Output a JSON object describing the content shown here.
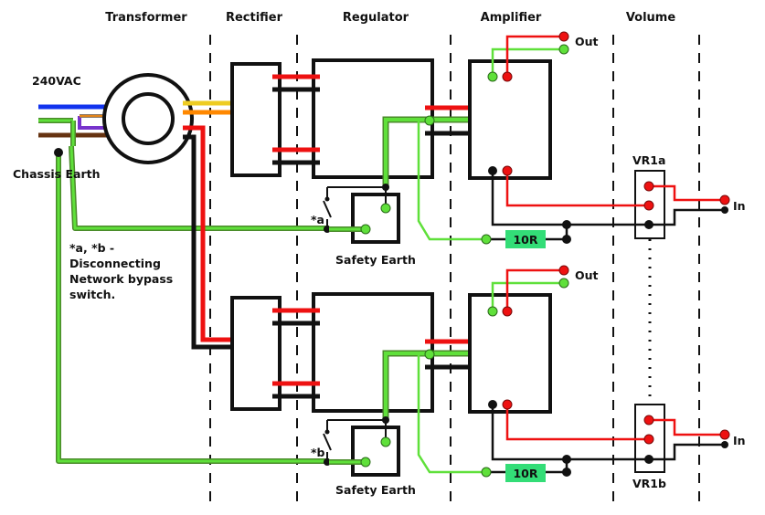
{
  "headers": {
    "transformer": "Transformer",
    "rectifier": "Rectifier",
    "regulator": "Regulator",
    "amplifier": "Amplifier",
    "volume": "Volume"
  },
  "labels": {
    "mains": "240VAC",
    "chassis_earth": "Chassis Earth",
    "note_line1": "*a, *b -",
    "note_line2": "Disconnecting",
    "note_line3": "Network bypass",
    "note_line4": "switch.",
    "switch_a": "*a",
    "switch_b": "*b",
    "safety_earth_top": "Safety Earth",
    "safety_earth_bottom": "Safety Earth",
    "out_top": "Out",
    "out_bottom": "Out",
    "in_top": "In",
    "in_bottom": "In",
    "resistor_top": "10R",
    "resistor_bottom": "10R",
    "pot_top": "VR1a",
    "pot_bottom": "VR1b"
  },
  "colors": {
    "earth_green": "#44dd22",
    "positive_red": "#ee1111",
    "ground_black": "#111111",
    "mains_live_blue": "#1133ee",
    "mains_neutral_brown": "#663311",
    "secondary_yellow": "#eecc22",
    "secondary_orange": "#ff8800",
    "resistor_fill": "#33dd77"
  }
}
